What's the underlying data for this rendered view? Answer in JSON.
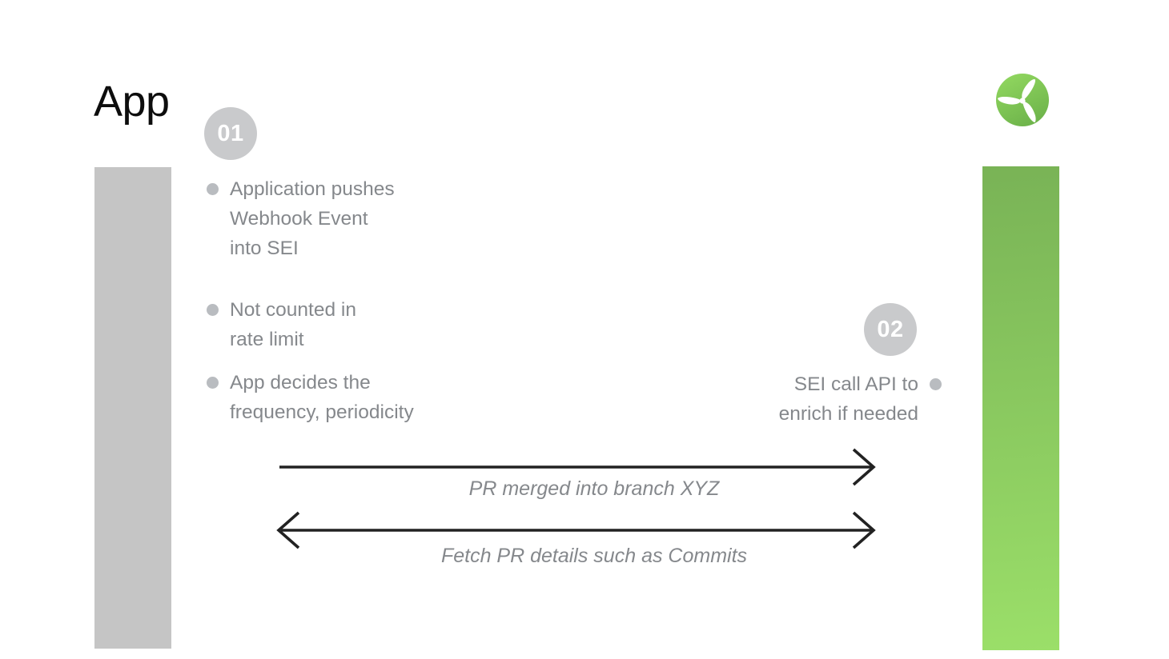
{
  "title": "App",
  "step1": {
    "number": "01",
    "bullets": [
      "Application pushes\nWebhook Event\ninto SEI",
      "Not counted in\nrate limit",
      "App decides the\nfrequency, periodicity"
    ]
  },
  "step2": {
    "number": "02",
    "bullets": [
      "SEI call API to\nenrich if needed"
    ]
  },
  "arrows": [
    {
      "label": "PR merged into branch XYZ",
      "direction": "right"
    },
    {
      "label": "Fetch PR details such as Commits",
      "direction": "both"
    }
  ],
  "icons": {
    "logo": "propeller-icon"
  },
  "colors": {
    "title_text": "#0d0d0d",
    "body_text": "#85888c",
    "bullet_dot": "#b9bcc0",
    "badge_bg": "#c9cacc",
    "badge_text": "#ffffff",
    "gray_bar": "#c5c5c5",
    "green_top": "#79b356",
    "green_bottom": "#9bdf69",
    "arrow": "#222222",
    "logo_light": "#90d65f",
    "logo_dark": "#6cb24a"
  }
}
